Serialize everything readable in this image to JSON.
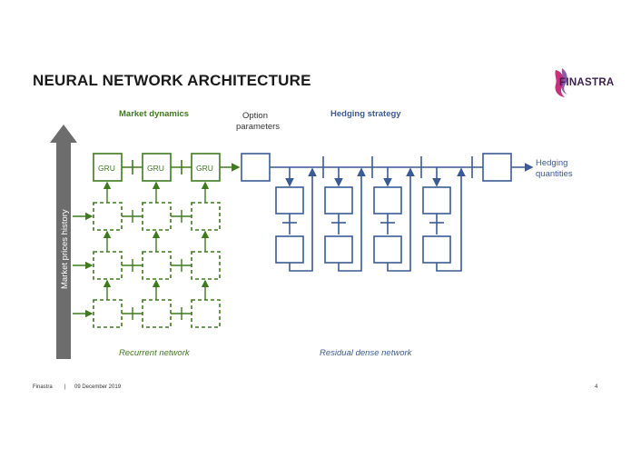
{
  "slide": {
    "title": "NEURAL NETWORK ARCHITECTURE",
    "logo_text": "FINASTRA",
    "page_number": "4"
  },
  "footer": {
    "company": "Finastra",
    "separator": "|",
    "date": "09 December 2019"
  },
  "diagram": {
    "market_dynamics_label": "Market dynamics",
    "option_parameters_line1": "Option",
    "option_parameters_line2": "parameters",
    "hedging_strategy_label": "Hedging strategy",
    "hedging_quantities_line1": "Hedging",
    "hedging_quantities_line2": "quantities",
    "market_prices_history_label": "Market prices history",
    "recurrent_network_label": "Recurrent network",
    "residual_dense_network_label": "Residual dense network",
    "gru_labels": [
      "GRU",
      "GRU",
      "GRU"
    ]
  },
  "colors": {
    "green": "#3f7a1e",
    "blue": "#3a5b94",
    "gray_arrow": "#6d6d6d"
  }
}
